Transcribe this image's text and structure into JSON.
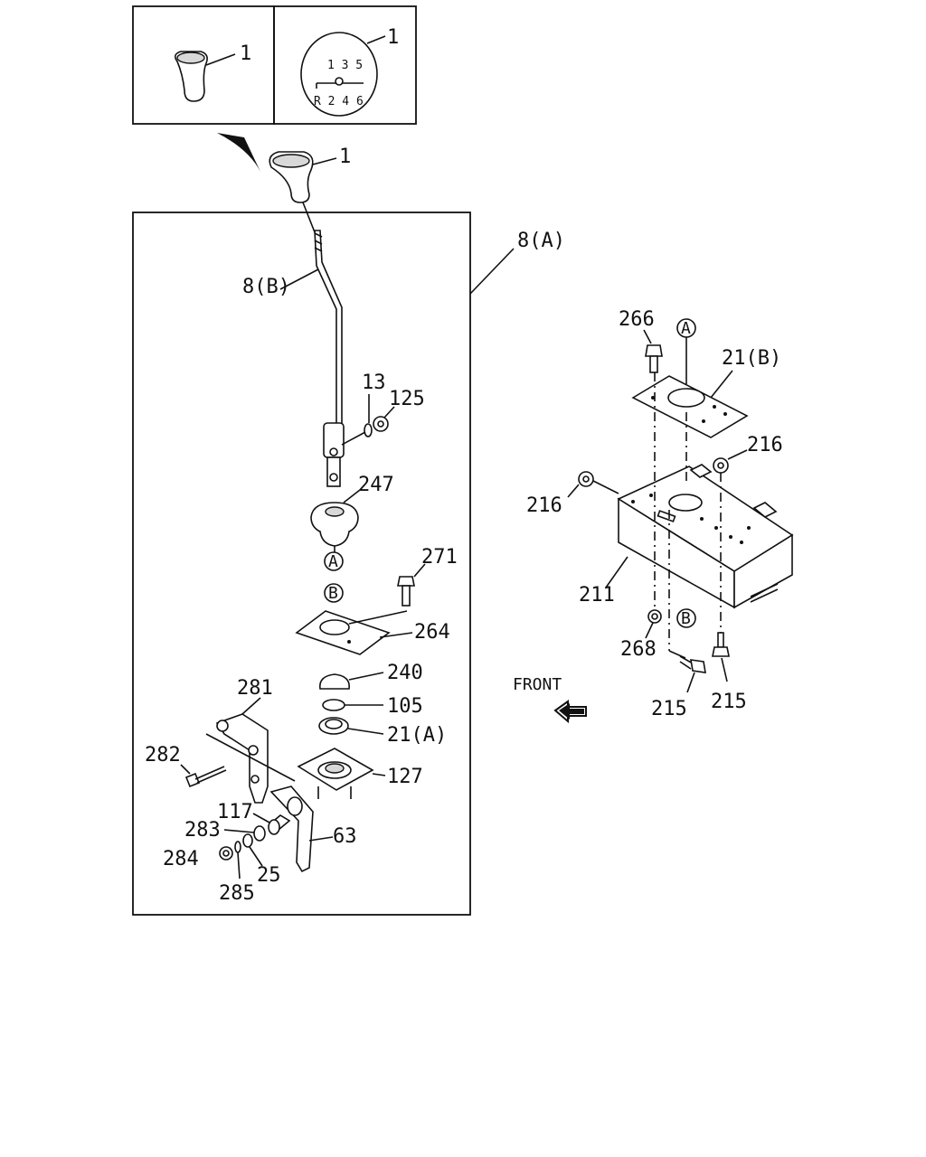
{
  "callouts": {
    "knob_a": "1",
    "knob_b": "1",
    "knob_main": "1",
    "shift_pattern_top": "1 3 5",
    "shift_pattern_bottom": "R 2 4 6",
    "assembly_a": "8(A)",
    "lever_b": "8(B)",
    "p13": "13",
    "p125": "125",
    "p247": "247",
    "p271": "271",
    "p264": "264",
    "p240": "240",
    "p105": "105",
    "p21a": "21(A)",
    "p127": "127",
    "p281": "281",
    "p282": "282",
    "p117": "117",
    "p283": "283",
    "p284": "284",
    "p285": "285",
    "p25": "25",
    "p63": "63",
    "p266": "266",
    "p21b": "21(B)",
    "p216a": "216",
    "p216b": "216",
    "p211": "211",
    "p268": "268",
    "p215a": "215",
    "p215b": "215",
    "front": "FRONT",
    "ref_a1": "A",
    "ref_b1": "B",
    "ref_a2": "A",
    "ref_b2": "B"
  }
}
